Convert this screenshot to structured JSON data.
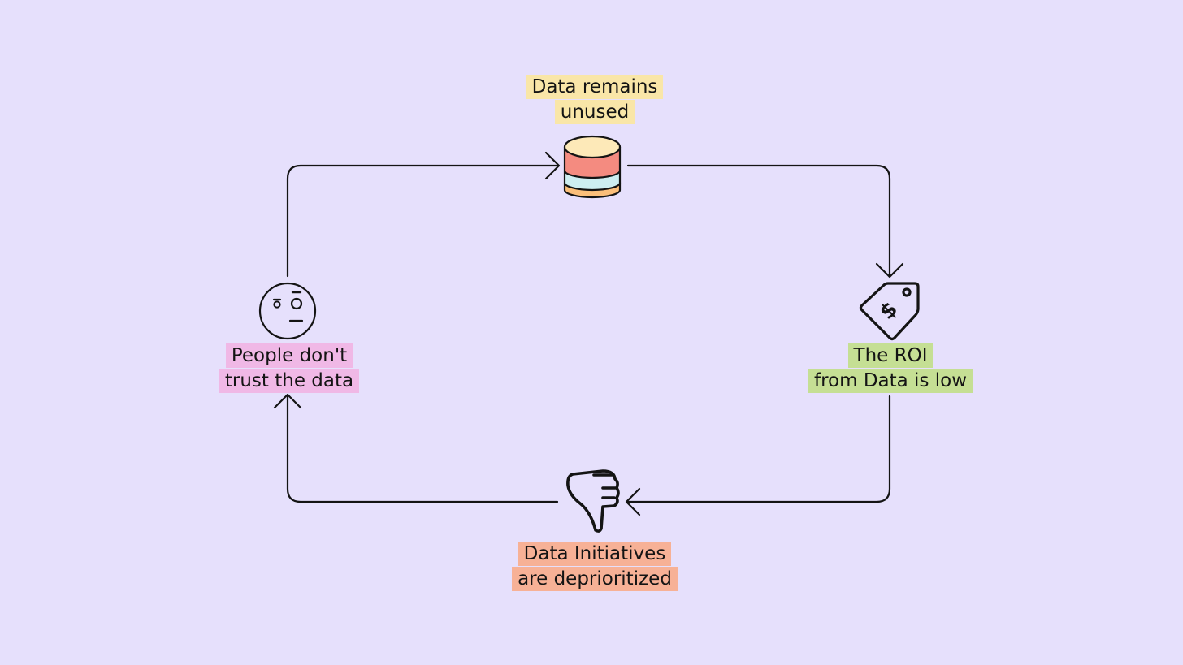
{
  "nodes": {
    "top": {
      "line1": "Data remains",
      "line2": "unused",
      "icon": "database-icon",
      "highlight": "#f9e6a8"
    },
    "right": {
      "line1": "The ROI",
      "line2": "from Data is low",
      "icon": "price-tag-dollar-icon",
      "highlight": "#c5df94"
    },
    "bottom": {
      "line1": "Data Initiatives",
      "line2": "are deprioritized",
      "icon": "thumbs-down-icon",
      "highlight": "#f7b196"
    },
    "left": {
      "line1": "People don't",
      "line2": "trust the data",
      "icon": "skeptical-face-icon",
      "highlight": "#f0b8e6"
    }
  },
  "colors": {
    "background": "#e6e0fc",
    "stroke": "#141414",
    "database_top": "#fde9b8",
    "database_red": "#f48b80",
    "database_blue": "#cdeef1",
    "database_orange": "#fbbf7a"
  }
}
